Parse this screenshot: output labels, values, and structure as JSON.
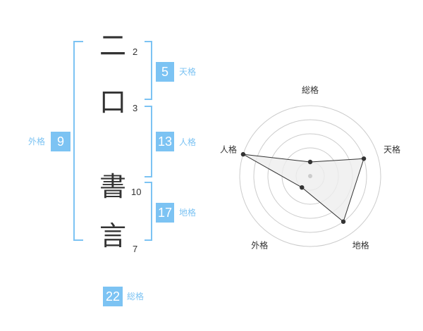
{
  "name": {
    "characters": [
      {
        "char": "二",
        "strokes": "2"
      },
      {
        "char": "口",
        "strokes": "3"
      },
      {
        "char": "書",
        "strokes": "10"
      },
      {
        "char": "言",
        "strokes": "7"
      }
    ]
  },
  "fortunes": {
    "tenkaku": {
      "value": "5",
      "label": "天格"
    },
    "jinkaku": {
      "value": "13",
      "label": "人格"
    },
    "chikaku": {
      "value": "17",
      "label": "地格"
    },
    "gaikaku": {
      "value": "9",
      "label": "外格"
    },
    "soukaku": {
      "value": "22",
      "label": "総格"
    }
  },
  "chart_data": {
    "type": "radar",
    "axes": [
      "総格",
      "天格",
      "地格",
      "外格",
      "人格"
    ],
    "values": [
      1,
      4,
      4,
      1,
      5
    ],
    "range": [
      0,
      5
    ],
    "rings": 5
  },
  "colors": {
    "accent": "#7cc3f3",
    "text": "#333333",
    "grid": "#cccccc",
    "fill": "#eeeeee"
  }
}
